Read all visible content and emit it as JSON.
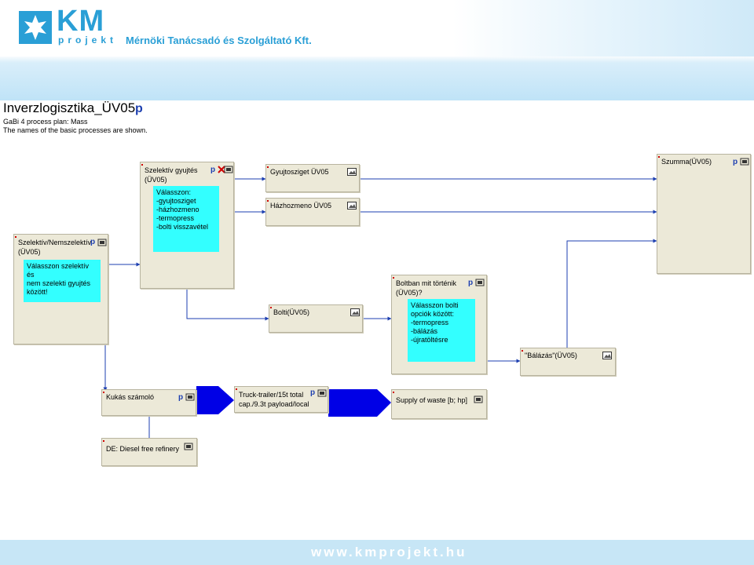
{
  "header": {
    "logo_km": "KM",
    "logo_projekt": "projekt",
    "company": "Mérnöki Tanácsadó és Szolgáltató Kft."
  },
  "footer": {
    "url": "www.kmprojekt.hu"
  },
  "plan": {
    "title": "Inverzlogisztika_ÜV05",
    "p_marker": "p",
    "subtitle1": "GaBi 4 process plan: Mass",
    "subtitle2": "The names of the basic processes are shown."
  },
  "nodes": {
    "szelektiv_nem": {
      "label1": "Szelektív/Nemszelektív",
      "label2": "(ÜV05)",
      "p": "p",
      "note": [
        "Válasszon szelektív és",
        "nem szelekti gyujtés",
        "között!"
      ]
    },
    "szelektiv_gyujtes": {
      "label1": "Szelektív gyujtés",
      "label2": "(ÜV05)",
      "p": "p",
      "note": [
        "Válasszon:",
        "-gyujtosziget",
        "-házhozmeno",
        "-termopress",
        "-bolti visszavétel"
      ]
    },
    "gyujtosziget": {
      "label": "Gyujtosziget ÜV05"
    },
    "hazhozmeno": {
      "label": "Házhozmeno ÜV05"
    },
    "bolti": {
      "label": "Bolti(ÜV05)"
    },
    "boltban": {
      "label1": "Boltban mit történik",
      "label2": "(ÜV05)?",
      "p": "p",
      "note": [
        "Válasszon bolti",
        "opciók között:",
        "-termopress",
        "-bálázás",
        "-újratöltésre"
      ]
    },
    "balazas": {
      "label": "\"Bálázás\"(ÜV05)"
    },
    "szumma": {
      "label": "Szumma(ÜV05)",
      "p": "p"
    },
    "kukas": {
      "label": "Kukás számoló",
      "p": "p"
    },
    "truck": {
      "label1": "Truck-trailer/15t total",
      "label2": "cap./9.3t payload/local",
      "p": "p"
    },
    "supply": {
      "label": "Supply of waste [b; hp]"
    },
    "diesel": {
      "label": "DE: Diesel free refinery"
    }
  },
  "colors": {
    "box": "#ece9d8",
    "note": "#33ffff",
    "arrow": "#1d3fb0",
    "flow": "#0000e6"
  }
}
